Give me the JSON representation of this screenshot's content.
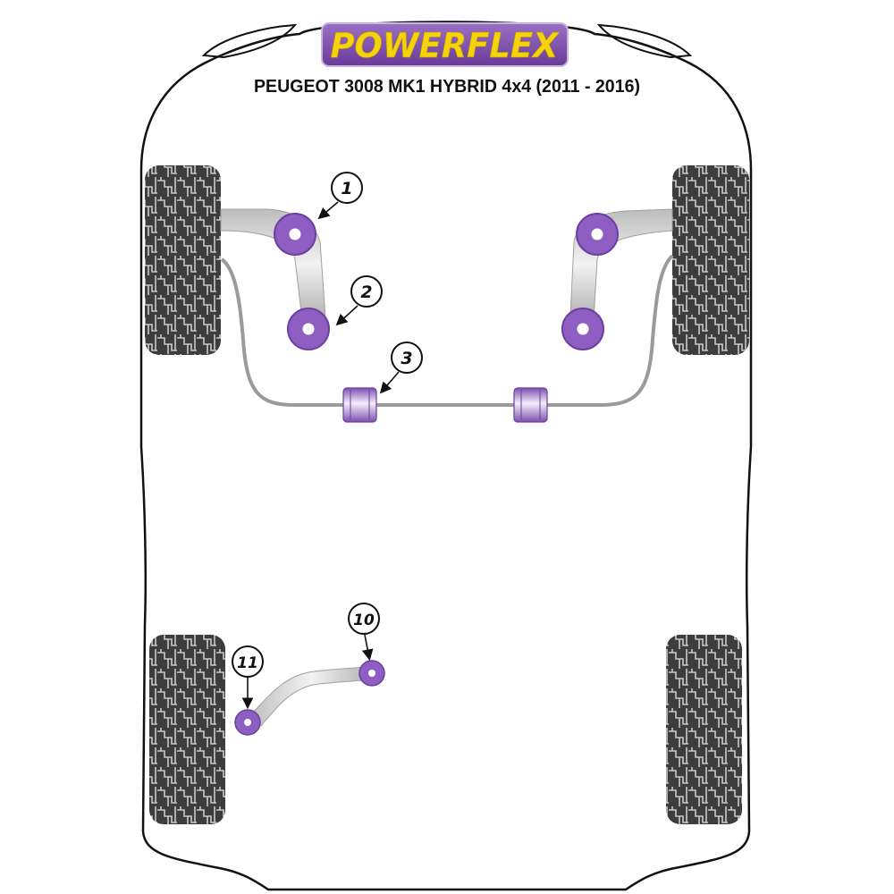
{
  "brand": {
    "logo_text": "POWERFLEX",
    "logo_text_color": "#f5d20a",
    "logo_bg_color": "#7a4aa6"
  },
  "diagram": {
    "title": "PEUGEOT 3008 MK1 HYBRID 4x4 (2011 - 2016)",
    "bushing_color": "#8e5ec2",
    "tyre_color": "#3d3d3d",
    "outline_color": "#111111"
  },
  "callouts": [
    {
      "id": "1",
      "label": "1",
      "part": "front-lower-arm-front-bush"
    },
    {
      "id": "2",
      "label": "2",
      "part": "front-lower-arm-rear-bush"
    },
    {
      "id": "3",
      "label": "3",
      "part": "front-anti-roll-bar-bush"
    },
    {
      "id": "10",
      "label": "10",
      "part": "rear-arm-inner-bush"
    },
    {
      "id": "11",
      "label": "11",
      "part": "rear-arm-outer-bush"
    }
  ]
}
